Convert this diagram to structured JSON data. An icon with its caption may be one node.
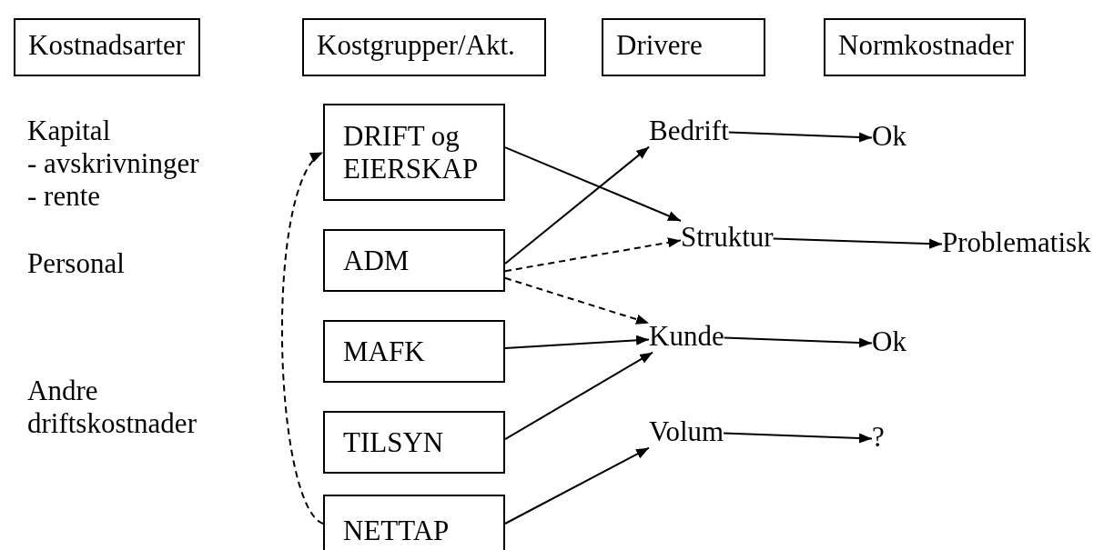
{
  "diagram": {
    "nodes": [
      {
        "text": [
          "Kostnadsarter"
        ]
      },
      {
        "text": [
          "Kostgrupper/Akt."
        ]
      },
      {
        "text": [
          "Drivere"
        ]
      },
      {
        "text": [
          "Normkostnader"
        ]
      },
      {
        "text": [
          "DRIFT og EIERSKAP"
        ]
      },
      {
        "text": [
          "ADM"
        ]
      },
      {
        "text": [
          "MAFK"
        ]
      },
      {
        "text": [
          "TILSYN"
        ]
      },
      {
        "text": [
          "NETTAP"
        ]
      },
      {
        "text": [
          "Bedrift"
        ]
      },
      {
        "text": [
          "Struktur"
        ]
      },
      {
        "text": [
          "Kunde"
        ]
      },
      {
        "text": [
          "Volum"
        ]
      },
      {
        "text": [
          "Ok"
        ]
      },
      {
        "text": [
          "Problematisk"
        ]
      },
      {
        "text": [
          "Ok"
        ]
      },
      {
        "text": [
          "?"
        ]
      }
    ],
    "edges": [
      {
        "from": 4,
        "to": 10,
        "arrow": "to"
      },
      {
        "from": 5,
        "to": 9,
        "arrow": "to"
      },
      {
        "from": 5,
        "to": 10,
        "arrow": "to",
        "style": "dashed"
      },
      {
        "from": 5,
        "to": 11,
        "arrow": "to",
        "style": "dashed"
      },
      {
        "from": 6,
        "to": 11,
        "arrow": "to"
      },
      {
        "from": 7,
        "to": 11,
        "arrow": "to"
      },
      {
        "from": 8,
        "to": 12,
        "arrow": "to"
      },
      {
        "from": 8,
        "to": 4,
        "arrow": "to",
        "style": "dashed"
      },
      {
        "from": 9,
        "to": 13,
        "arrow": "to"
      },
      {
        "from": 10,
        "to": 14,
        "arrow": "to"
      },
      {
        "from": 11,
        "to": 15,
        "arrow": "to"
      },
      {
        "from": 12,
        "to": 16,
        "arrow": "to"
      }
    ],
    "labels": [
      "Kapital",
      "- avskrivninger",
      "- rente",
      "Personal",
      "Andre",
      "driftskostnader"
    ]
  }
}
